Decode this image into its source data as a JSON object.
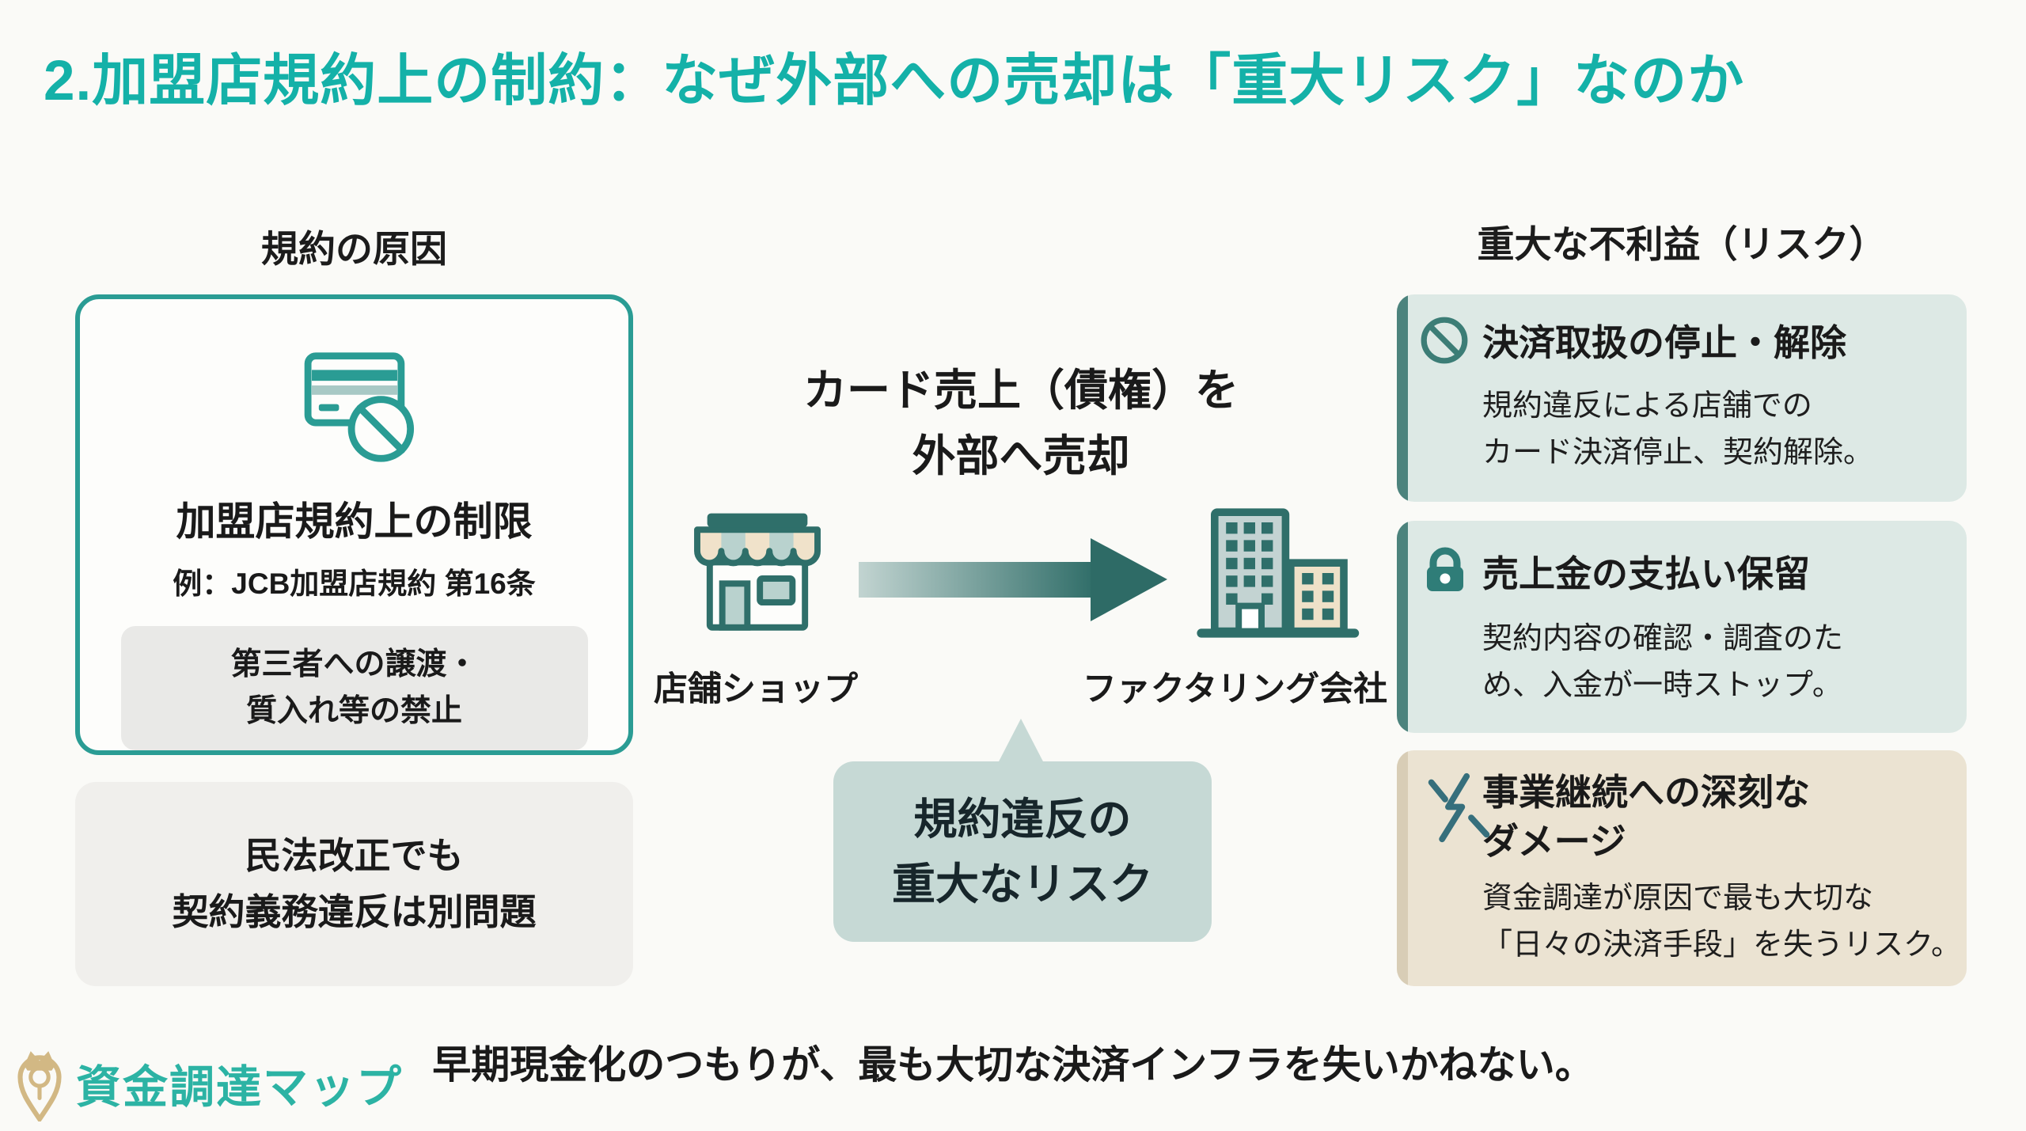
{
  "page": {
    "title": "2.加盟店規約上の制約：なぜ外部への売却は「重大リスク」なのか",
    "footer_note": "早期現金化のつもりが、最も大切な決済インフラを失いかねない。",
    "brand": "資金調達マップ"
  },
  "left": {
    "heading": "規約の原因",
    "card": {
      "icon": "credit-card-prohibited-icon",
      "title": "加盟店規約上の制限",
      "subtitle": "例：JCB加盟店規約 第16条",
      "note": "第三者への譲渡・\n質入れ等の禁止"
    },
    "bottom_note": "民法改正でも\n契約義務違反は別問題"
  },
  "center": {
    "flow_label": "カード売上（債権）を\n外部へ売却",
    "source_icon": "storefront-icon",
    "source_label": "店舗ショップ",
    "arrow_icon": "flow-arrow-icon",
    "target_icon": "office-building-icon",
    "target_label": "ファクタリング会社",
    "callout": "規約違反の\n重大なリスク"
  },
  "right": {
    "heading": "重大な不利益（リスク）",
    "risks": [
      {
        "icon": "prohibition-icon",
        "title": "決済取扱の停止・解除",
        "desc": "規約違反による店舗での\nカード決済停止、契約解除。"
      },
      {
        "icon": "lock-icon",
        "title": "売上金の支払い保留",
        "desc": "契約内容の確認・調査のた\nめ、入金が一時ストップ。"
      },
      {
        "icon": "lightning-icon",
        "title": "事業継続への深刻な\nダメージ",
        "desc": "資金調達が原因で最も大切な\n「日々の決済手段」を失うリスク。"
      }
    ]
  },
  "colors": {
    "title_teal": "#14b1a8",
    "teal_border": "#2a9c94",
    "dark_teal": "#2f6f6a",
    "mint_panel": "#dde9e5",
    "mint_bar": "#4c837d",
    "beige_panel": "#ebe3d2",
    "beige_bar": "#d8cdb6",
    "callout_bg": "#c6d9d5",
    "gray_note": "#e9e9e7",
    "gray_panel": "#f0efec",
    "brand_gold": "#d2b884",
    "brand_teal": "#2cb3a4"
  }
}
